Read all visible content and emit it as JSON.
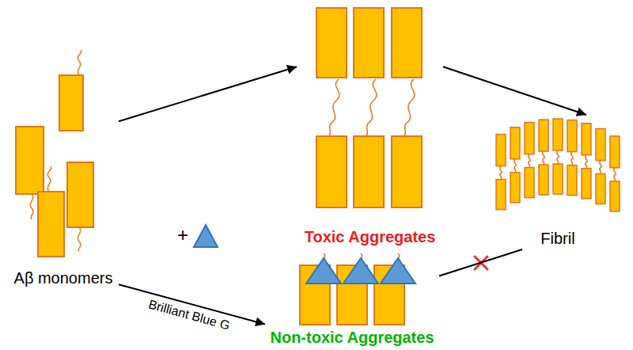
{
  "diagram": {
    "nodes": [
      {
        "text": [
          "Aβ monomers"
        ]
      },
      {
        "text": [
          "Toxic Aggregates"
        ]
      },
      {
        "text": [
          "Fibril"
        ]
      },
      {
        "text": [
          "Non-toxic Aggregates"
        ]
      }
    ],
    "edges": [
      {
        "from": 0,
        "to": 1,
        "arrow": "to"
      },
      {
        "from": 1,
        "to": 2,
        "arrow": "to"
      },
      {
        "from": 0,
        "to": 3,
        "label": "Brilliant Blue G",
        "arrow": "to"
      },
      {
        "from": 3,
        "to": 2,
        "arrow": "none"
      }
    ],
    "labels": [
      "+"
    ]
  }
}
